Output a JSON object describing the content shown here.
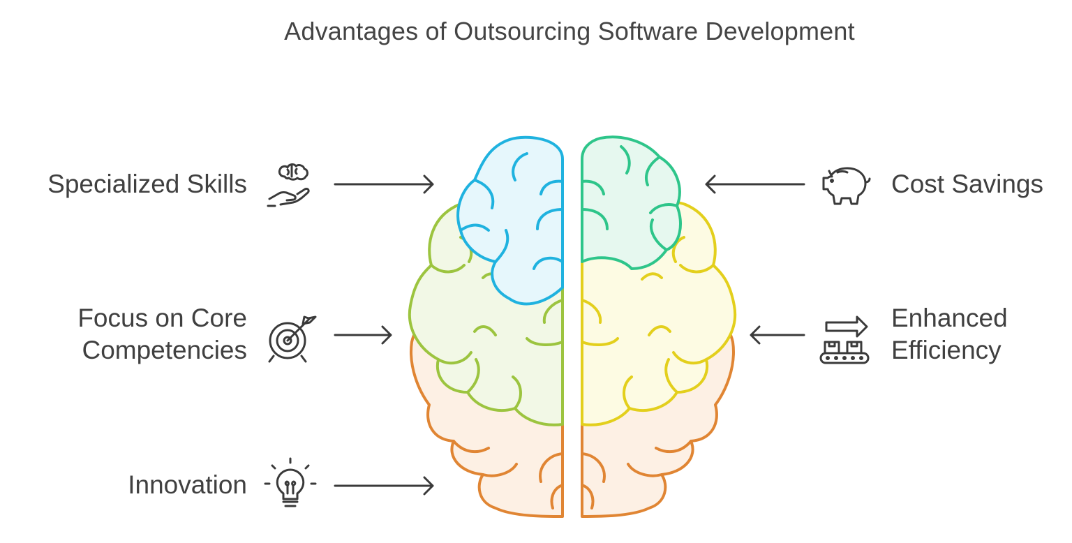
{
  "title": "Advantages of Outsourcing Software Development",
  "items": {
    "specialized_skills": {
      "label": "Specialized Skills",
      "icon": "brain-in-hand-icon"
    },
    "focus_core": {
      "label_line1": "Focus on Core",
      "label_line2": "Competencies",
      "icon": "target-with-arrow-icon"
    },
    "innovation": {
      "label": "Innovation",
      "icon": "light-bulb-icon"
    },
    "cost_savings": {
      "label": "Cost Savings",
      "icon": "piggy-bank-icon"
    },
    "enhanced_efficiency": {
      "label_line1": "Enhanced",
      "label_line2": "Efficiency",
      "icon": "conveyor-belt-icon"
    }
  },
  "colors": {
    "text": "#404040",
    "arrow": "#3a3a3a",
    "blue": "#1fb2df",
    "blue_fill": "#e6f7fc",
    "teal": "#2ec58a",
    "teal_fill": "#e6f8ef",
    "green": "#9cc43f",
    "green_fill": "#f2f8e6",
    "yellow": "#e3cf1c",
    "yellow_fill": "#fdfbe3",
    "orange": "#e08533",
    "orange_fill": "#fdf0e4"
  }
}
